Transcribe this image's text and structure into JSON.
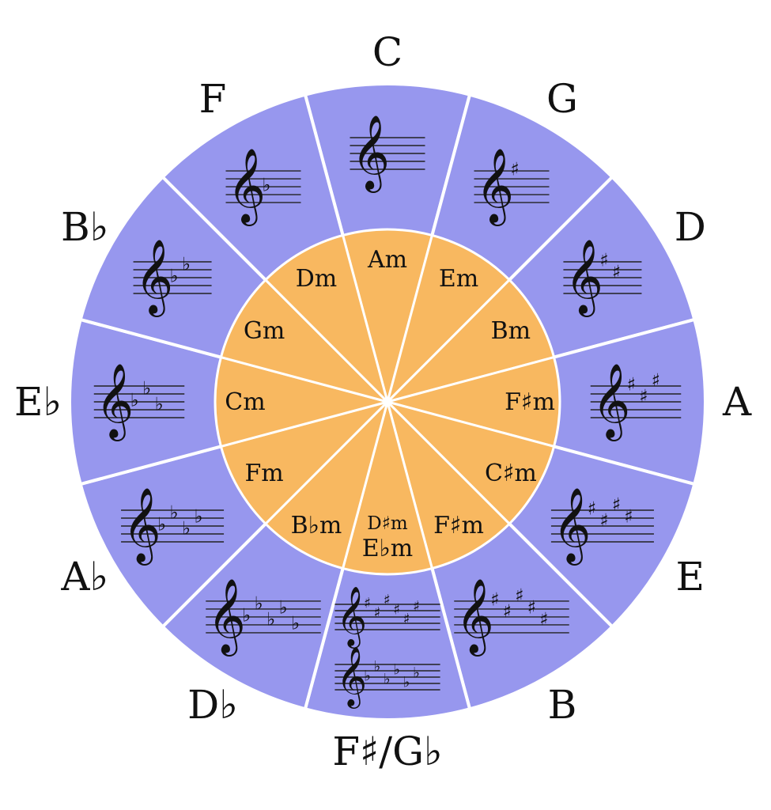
{
  "colors": {
    "major_ring": "#9797ee",
    "minor_ring": "#f8b860",
    "divider": "#ffffff",
    "text": "#111111"
  },
  "keys": [
    {
      "major": "C",
      "minor": "Am",
      "sharps": 0,
      "flats": 0
    },
    {
      "major": "G",
      "minor": "Em",
      "sharps": 1,
      "flats": 0
    },
    {
      "major": "D",
      "minor": "Bm",
      "sharps": 2,
      "flats": 0
    },
    {
      "major": "A",
      "minor": "F♯m",
      "sharps": 3,
      "flats": 0
    },
    {
      "major": "E",
      "minor": "C♯m",
      "sharps": 4,
      "flats": 0
    },
    {
      "major": "B",
      "minor": "F♯m",
      "sharps": 5,
      "flats": 0
    },
    {
      "major": "F♯/G♭",
      "minor": "D♯m",
      "minor_alt": "E♭m",
      "sharps": 6,
      "flats": 6
    },
    {
      "major": "D♭",
      "minor": "B♭m",
      "sharps": 0,
      "flats": 5
    },
    {
      "major": "A♭",
      "minor": "Fm",
      "sharps": 0,
      "flats": 4
    },
    {
      "major": "E♭",
      "minor": "Cm",
      "sharps": 0,
      "flats": 3
    },
    {
      "major": "B♭",
      "minor": "Gm",
      "sharps": 0,
      "flats": 2
    },
    {
      "major": "F",
      "minor": "Dm",
      "sharps": 0,
      "flats": 1
    }
  ],
  "symbols": {
    "clef": "𝄞",
    "sharp": "♯",
    "flat": "♭"
  }
}
